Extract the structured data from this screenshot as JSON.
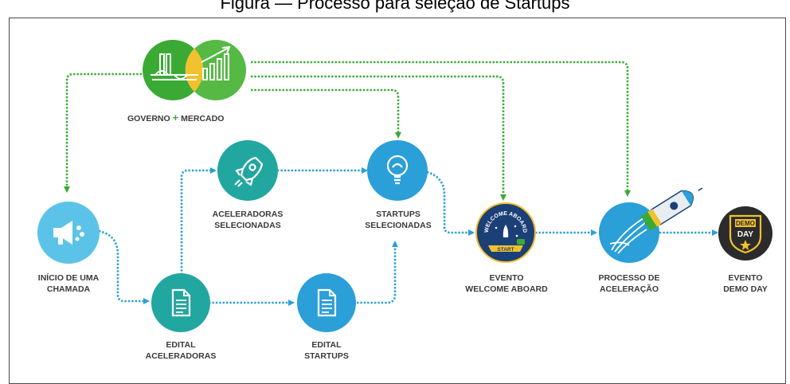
{
  "figure": {
    "title": "Figura — Processo para seleção de Startups"
  },
  "nodes": {
    "governo_mercado": {
      "line1": "GOVERNO",
      "plus": "+",
      "line2": "MERCADO"
    },
    "inicio": {
      "line1": "INÍCIO DE UMA",
      "line2": "CHAMADA"
    },
    "edital_aceleradoras": {
      "line1": "EDITAL",
      "line2": "ACELERADORAS"
    },
    "edital_startups": {
      "line1": "EDITAL",
      "line2": "STARTUPS"
    },
    "aceleradoras_selecionadas": {
      "line1": "ACELERADORAS",
      "line2": "SELECIONADAS"
    },
    "startups_selecionadas": {
      "line1": "STARTUPS",
      "line2": "SELECIONADAS"
    },
    "welcome_aboard": {
      "line1": "EVENTO",
      "line2": "WELCOME ABOARD",
      "badge_text": "WELCOME ABOARD",
      "badge_ribbon": "START"
    },
    "processo_aceleracao": {
      "line1": "PROCESSO DE",
      "line2": "ACELERAÇÃO"
    },
    "demo_day": {
      "line1": "EVENTO",
      "line2": "DEMO DAY",
      "badge_line1": "DEMO",
      "badge_line2": "DAY"
    }
  },
  "colors": {
    "green": "#3aaa35",
    "light_blue": "#5cc3e8",
    "teal": "#22a6a0",
    "blue": "#2a9fd8",
    "navy": "#1b3f77",
    "dark": "#2b2b2b"
  },
  "icons": {
    "governo_mercado": "congress-and-growth-chart-icon",
    "inicio": "megaphone-icon",
    "edital": "document-icon",
    "aceleradoras": "rocket-icon",
    "startups": "lightbulb-icon",
    "welcome_aboard": "welcome-aboard-badge-icon",
    "processo": "rocket-launch-icon",
    "demo_day": "demo-day-shield-icon"
  }
}
